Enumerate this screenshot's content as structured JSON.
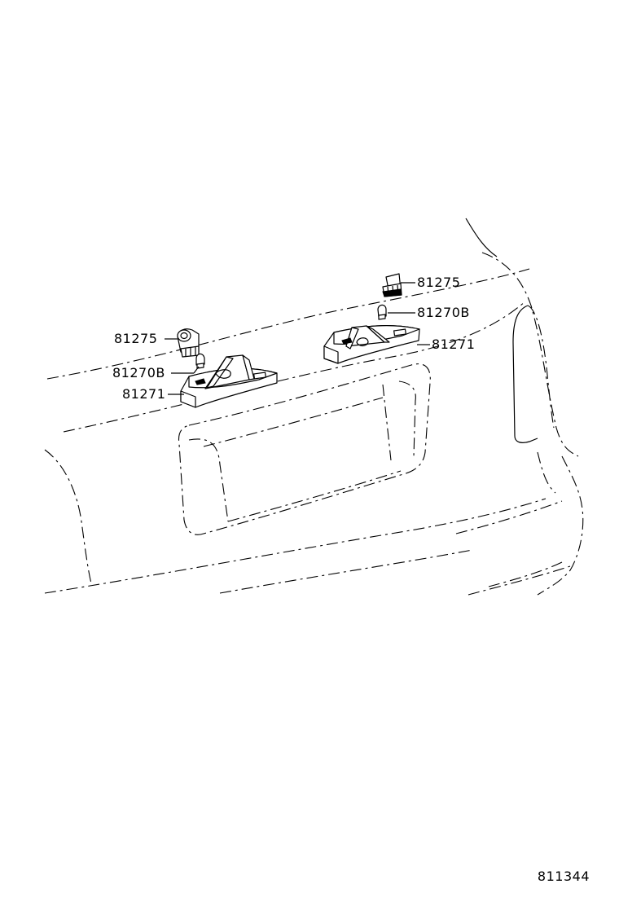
{
  "callouts": {
    "left_socket": "81275",
    "left_bulb": "81270B",
    "left_lamp": "81271",
    "right_socket": "81275",
    "right_bulb": "81270B",
    "right_lamp": "81271"
  },
  "reference_number": "811344",
  "colors": {
    "line": "#000000",
    "background": "#ffffff"
  }
}
